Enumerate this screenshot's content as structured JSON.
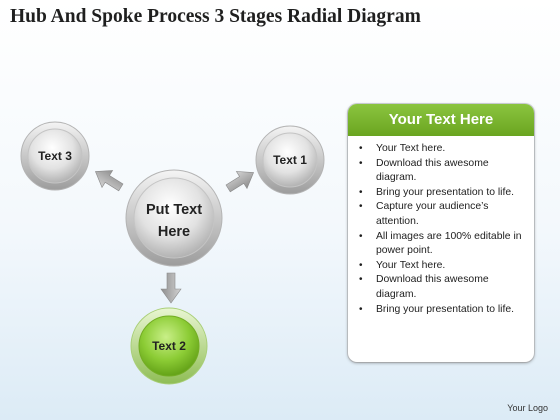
{
  "title": "Hub And Spoke Process 3 Stages Radial Diagram",
  "hub": {
    "label_line1": "Put Text",
    "label_line2": "Here"
  },
  "spokes": {
    "text1": "Text 1",
    "text2": "Text 2",
    "text3": "Text 3"
  },
  "panel": {
    "header": "Your Text Here",
    "bullet_char": "•",
    "items": [
      "Your Text here.",
      "Download this awesome diagram.",
      "Bring your presentation to life.",
      "Capture your audience’s attention.",
      "All images are 100% editable in power point.",
      "Your Text here.",
      "Download this awesome diagram.",
      "Bring your presentation to life."
    ]
  },
  "logo": "Your Logo",
  "colors": {
    "accent_green": "#7ab829",
    "node_gray": "#c9c9c9",
    "arrow_gray": "#9a9a9a"
  }
}
